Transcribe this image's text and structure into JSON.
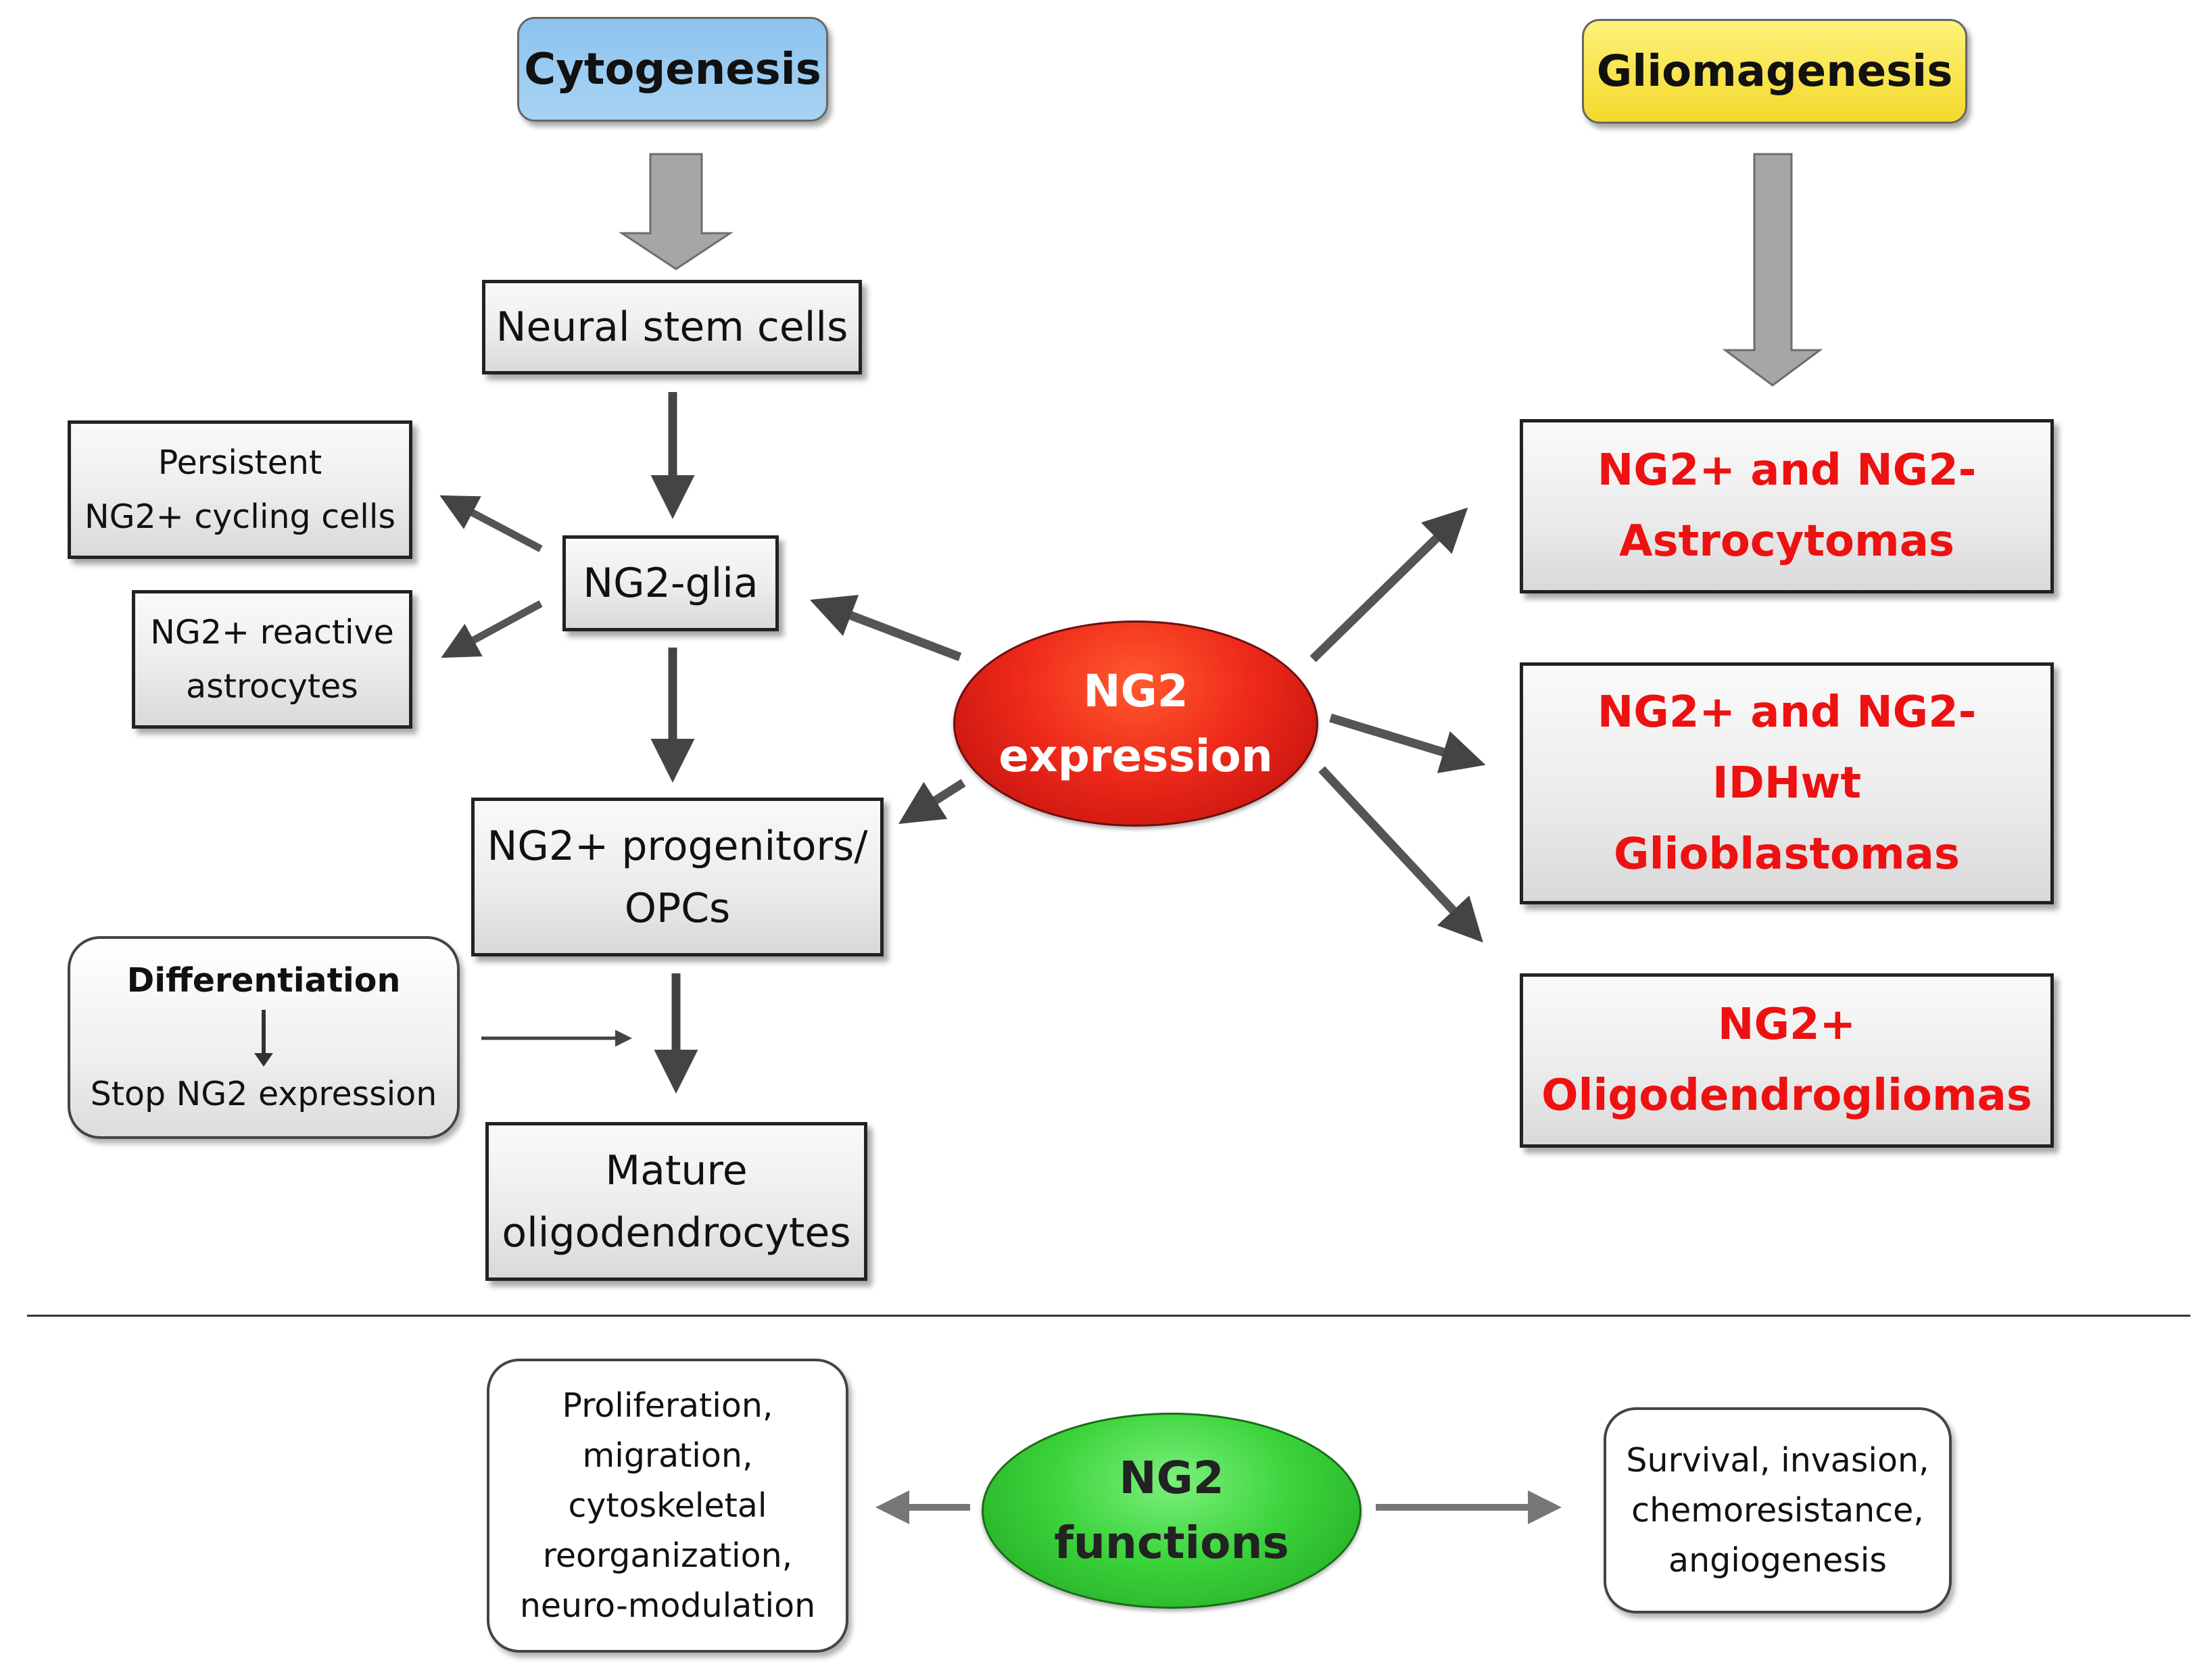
{
  "headers": {
    "cytogenesis": "Cytogenesis",
    "gliomagenesis": "Gliomagenesis"
  },
  "nodes": {
    "neural_stem_cells": "Neural stem cells",
    "persistent_line1": "Persistent",
    "persistent_line2": "NG2+ cycling cells",
    "reactive_line1": "NG2+ reactive",
    "reactive_line2": "astrocytes",
    "ng2_glia": "NG2-glia",
    "progenitors_line1": "NG2+ progenitors/",
    "progenitors_line2": "OPCs",
    "differentiation_title": "Differentiation",
    "differentiation_sub": "Stop NG2 expression",
    "mature_line1": "Mature",
    "mature_line2": "oligodendrocytes",
    "ng2_expr_line1": "NG2",
    "ng2_expr_line2": "expression",
    "astro_line1": "NG2+ and NG2-",
    "astro_line2": "Astrocytomas",
    "glio_line1": "NG2+ and NG2-",
    "glio_line2": "IDHwt",
    "glio_line3": "Glioblastomas",
    "oligo_line1": "NG2+",
    "oligo_line2": "Oligodendrogliomas"
  },
  "functions": {
    "ng2_line1": "NG2",
    "ng2_line2": "functions",
    "left_lines": [
      "Proliferation,",
      "migration,",
      "cytoskeletal",
      "reorganization,",
      "neuro-modulation"
    ],
    "right_lines": [
      "Survival, invasion,",
      "chemoresistance,",
      "angiogenesis"
    ]
  },
  "colors": {
    "arrow_dark": "#444444",
    "arrow_block": "#a6a6a6",
    "tumor_text": "#ee1111",
    "header_blue": "#9fcdf2",
    "header_yellow": "#f7e64a"
  }
}
